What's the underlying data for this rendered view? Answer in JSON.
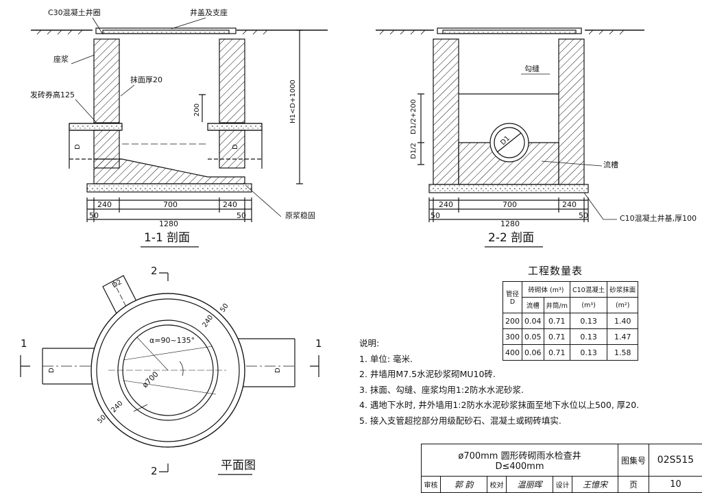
{
  "section_1_1": {
    "caption": "1-1 剖面",
    "labels": {
      "ring": "C30混凝土井圈",
      "cover": "井盖及支座",
      "mortar_seat": "座浆",
      "arch": "发砖券高125",
      "plaster": "抹面厚20",
      "h200": "200",
      "h_total": "H1<D+1000",
      "d_left": "D",
      "d_right": "D",
      "soil": "原浆稳固"
    },
    "dims": {
      "a": "240",
      "b": "700",
      "c": "240",
      "d": "50",
      "e": "1280",
      "f": "50"
    }
  },
  "section_2_2": {
    "caption": "2-2 剖面",
    "labels": {
      "joint": "勾缝",
      "d1": "D1",
      "flow": "流槽",
      "v1": "D1/2+200",
      "v2": "D1/2",
      "base": "C10混凝土井基,厚100"
    },
    "dims": {
      "a": "240",
      "b": "700",
      "c": "240",
      "d": "50",
      "e": "1280",
      "f": "50"
    }
  },
  "plan": {
    "caption": "平面图",
    "marks": {
      "one_l": "1",
      "one_r": "1",
      "two_t": "2",
      "two_b": "2"
    },
    "labels": {
      "angle": "α=90~135°",
      "dia": "ø700",
      "d2": "D2",
      "t240a": "240",
      "t50a": "50",
      "t240b": "240",
      "t50b": "50",
      "d_left": "D",
      "d_right": "D"
    }
  },
  "quantity_table": {
    "title": "工程数量表",
    "h_pipe": "管径",
    "h_pipe_unit": "D",
    "h_brick": "砖砌体",
    "h_brick_unit": "(m³)",
    "h_concrete": "C10混凝土",
    "h_concrete_unit": "(m³)",
    "h_mortar": "砂浆抹面",
    "h_mortar_unit": "(m²)",
    "h_flow": "流槽",
    "h_wall": "井筒/m",
    "rows": [
      {
        "d": "200",
        "flow": "0.04",
        "wall": "0.71",
        "conc": "0.13",
        "mortar": "1.40"
      },
      {
        "d": "300",
        "flow": "0.05",
        "wall": "0.71",
        "conc": "0.13",
        "mortar": "1.47"
      },
      {
        "d": "400",
        "flow": "0.06",
        "wall": "0.71",
        "conc": "0.13",
        "mortar": "1.58"
      }
    ]
  },
  "notes": {
    "title": "说明:",
    "items": [
      "1. 单位: 毫米.",
      "2. 井墙用M7.5水泥砂浆砌MU10砖.",
      "3. 抹面、勾缝、座浆均用1:2防水水泥砂浆.",
      "4. 遇地下水时, 井外墙用1:2防水水泥砂浆抹面至地下水位以上500, 厚20.",
      "5. 接入支管超挖部分用级配砂石、混凝土或砌砖填实."
    ]
  },
  "title_block": {
    "title_line1": "ø700mm 圆形砖砌雨水检查井",
    "title_line2": "D≤400mm",
    "atlas_label": "图集号",
    "atlas_no": "02S515",
    "review_label": "审核",
    "reviewer": "郭 韵",
    "check_label": "校对",
    "checker": "温丽晖",
    "design_label": "设计",
    "designer": "王憶宋",
    "page_label": "页",
    "page_no": "10"
  }
}
